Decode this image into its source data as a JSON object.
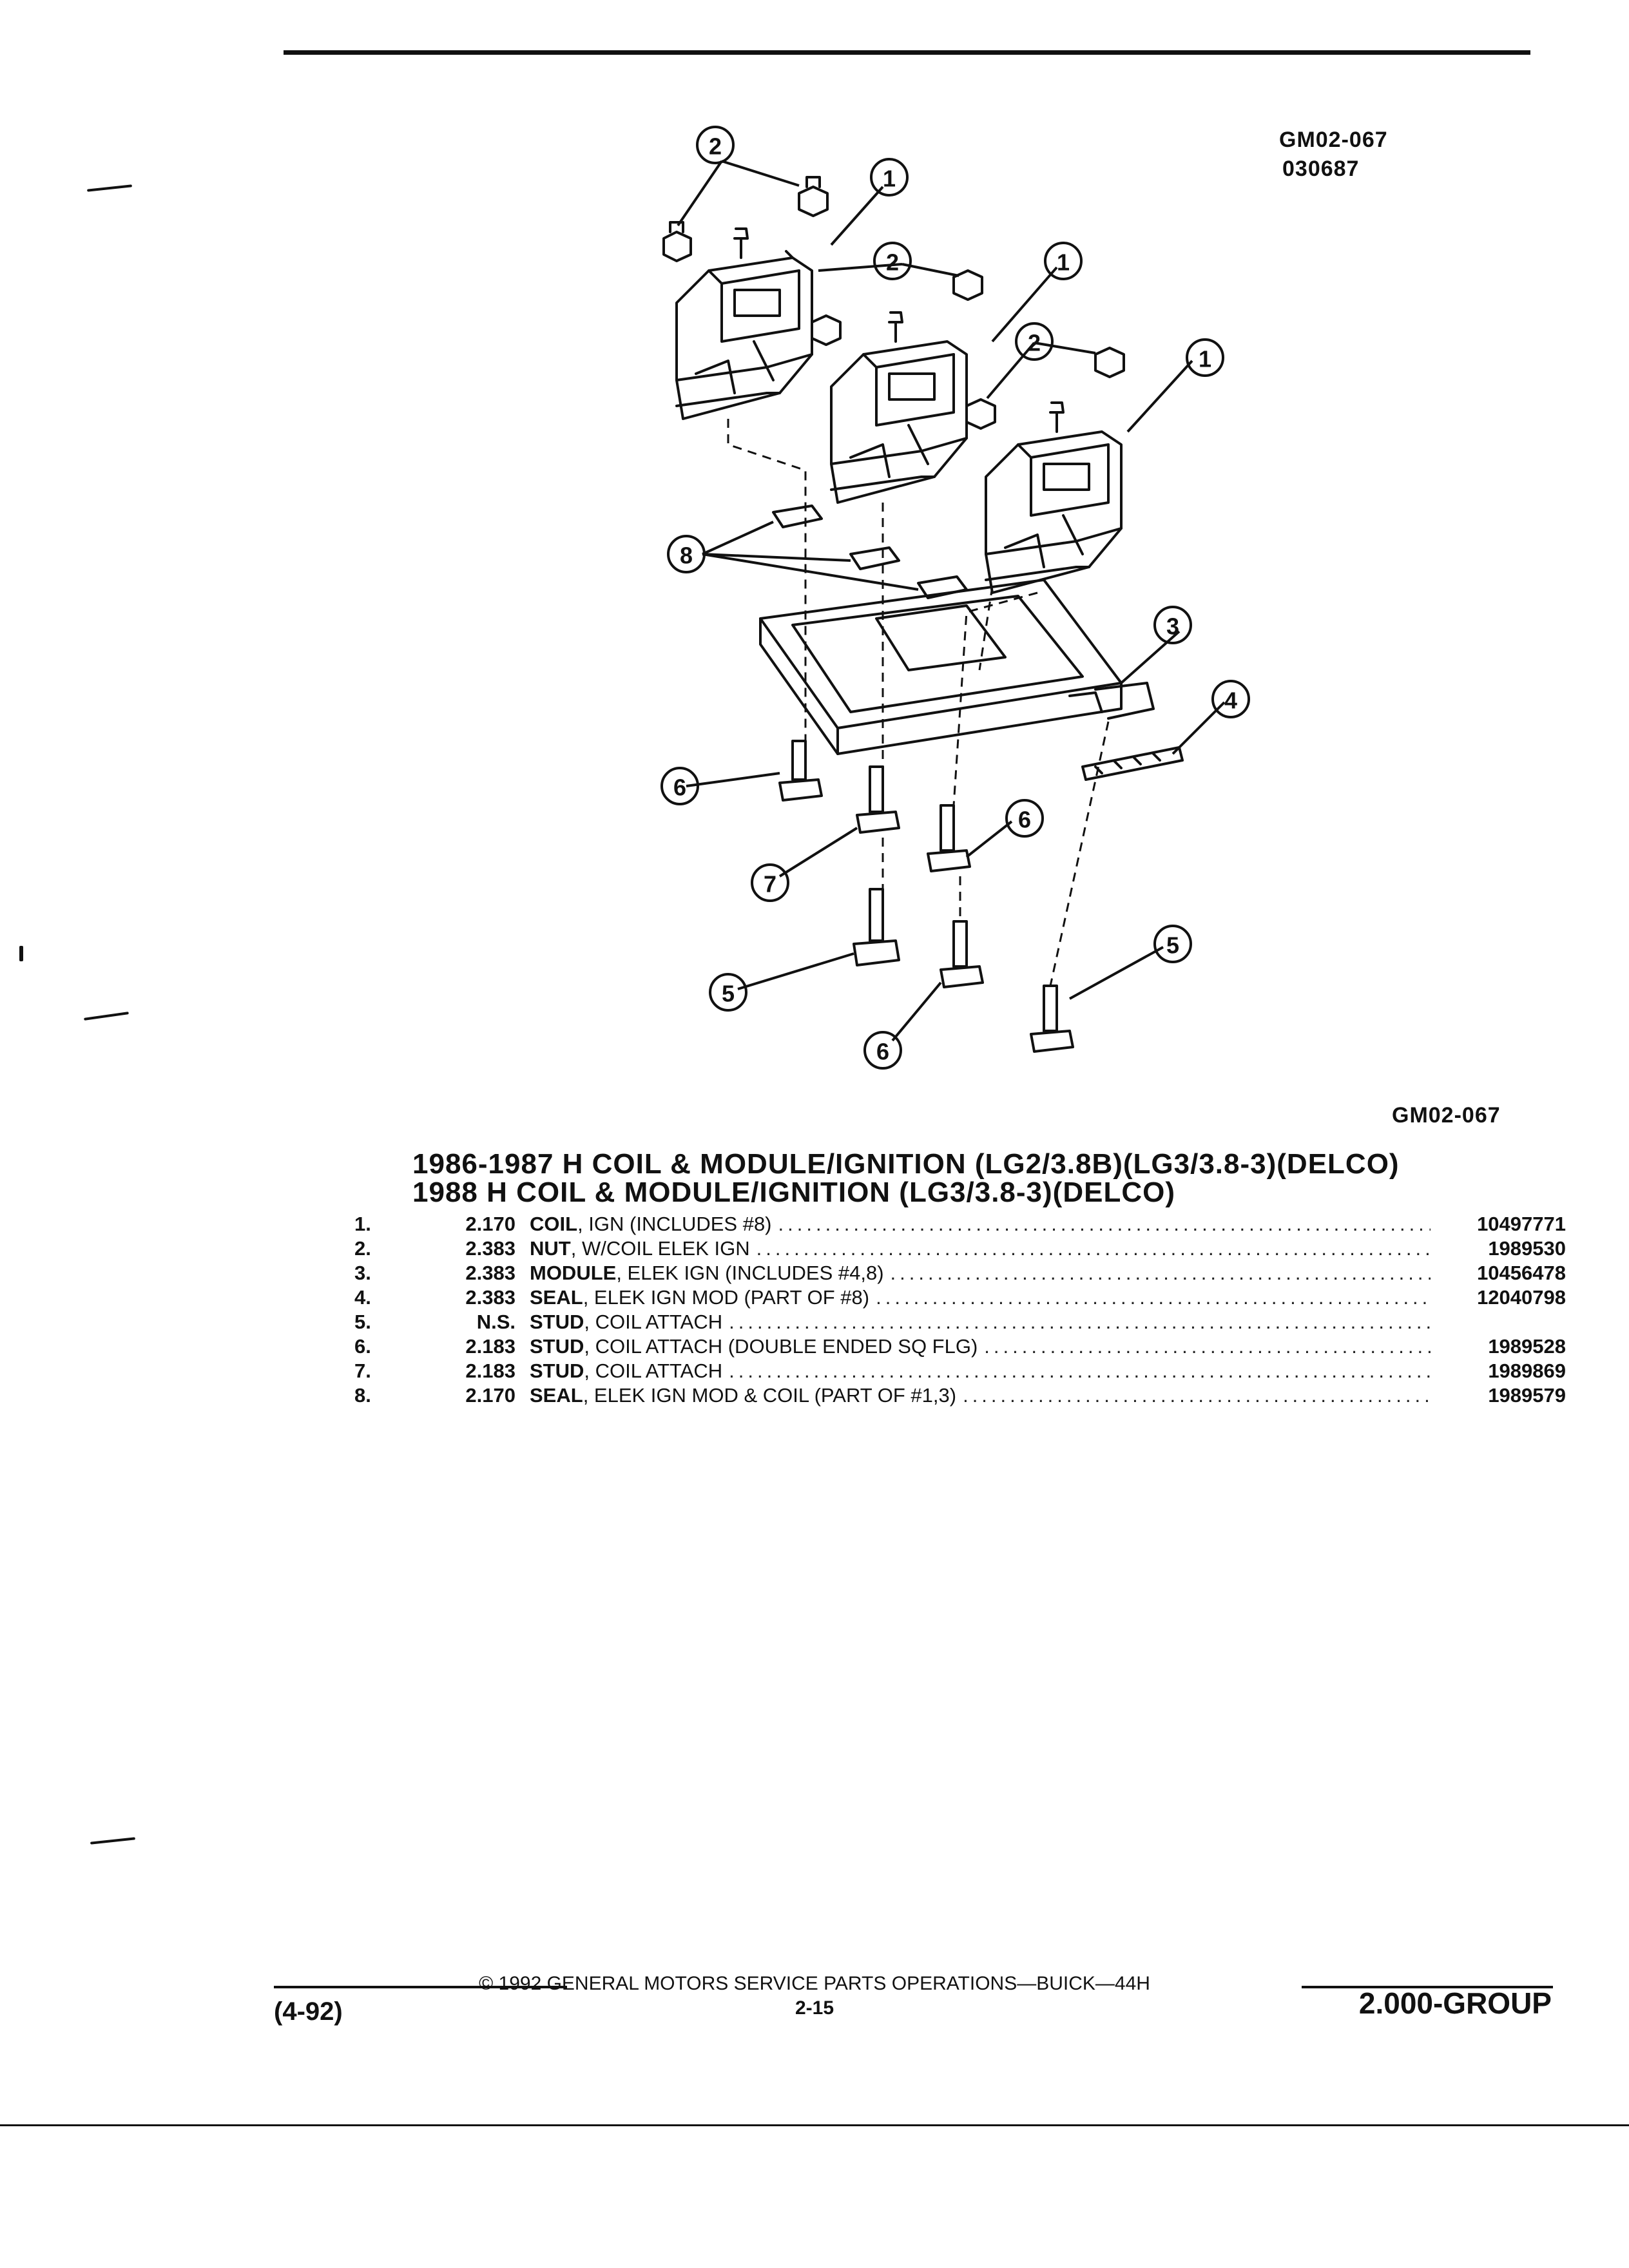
{
  "figure": {
    "code_top": "GM02-067",
    "date_code": "030687",
    "code_bottom": "GM02-067",
    "callouts": [
      "1",
      "2",
      "3",
      "4",
      "5",
      "6",
      "7",
      "8"
    ]
  },
  "titles": [
    "1986-1987 H COIL & MODULE/IGNITION (LG2/3.8B)(LG3/3.8-3)(DELCO)",
    "1988 H COIL & MODULE/IGNITION (LG3/3.8-3)(DELCO)"
  ],
  "parts": [
    {
      "num": "1.",
      "group": "2.170",
      "name": "COIL",
      "desc": ", IGN (INCLUDES #8)",
      "part_no": "10497771"
    },
    {
      "num": "2.",
      "group": "2.383",
      "name": "NUT",
      "desc": ", W/COIL ELEK IGN",
      "part_no": "1989530"
    },
    {
      "num": "3.",
      "group": "2.383",
      "name": "MODULE",
      "desc": ", ELEK IGN (INCLUDES #4,8)",
      "part_no": "10456478"
    },
    {
      "num": "4.",
      "group": "2.383",
      "name": "SEAL",
      "desc": ", ELEK IGN MOD (PART OF #8)",
      "part_no": "12040798"
    },
    {
      "num": "5.",
      "group": "N.S.",
      "name": "STUD",
      "desc": ", COIL ATTACH",
      "part_no": ""
    },
    {
      "num": "6.",
      "group": "2.183",
      "name": "STUD",
      "desc": ", COIL ATTACH (DOUBLE ENDED SQ FLG)",
      "part_no": "1989528"
    },
    {
      "num": "7.",
      "group": "2.183",
      "name": "STUD",
      "desc": ", COIL ATTACH",
      "part_no": "1989869"
    },
    {
      "num": "8.",
      "group": "2.170",
      "name": "SEAL",
      "desc": ", ELEK IGN MOD & COIL (PART OF #1,3)",
      "part_no": "1989579"
    }
  ],
  "footer": {
    "copyright": "© 1992 GENERAL MOTORS SERVICE PARTS OPERATIONS—BUICK—44H",
    "page": "2-15",
    "revision": "(4-92)",
    "group": "2.000-GROUP"
  }
}
